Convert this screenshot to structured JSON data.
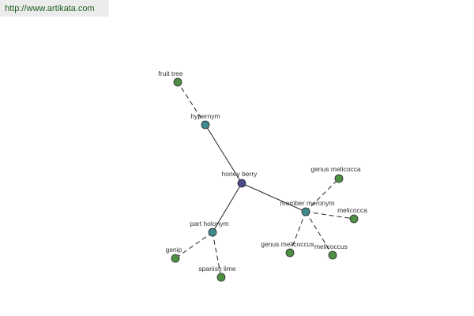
{
  "source": {
    "url_text": "http://www.artikata.com"
  },
  "graph": {
    "colors": {
      "center": "#4a4a8c",
      "relation": "#3f8a8c",
      "leaf": "#4e8f44"
    },
    "nodes": {
      "center": "honey berry",
      "hypernym": "hypernym",
      "fruit_tree": "fruit tree",
      "member_meronym": "member meronym",
      "genus_melicocca": "genus melicocca",
      "melicocca": "melicocca",
      "genus_melicoccus": "genus melicoccus",
      "melicoccus": "melicoccus",
      "part_holonym": "part holonym",
      "genip": "genip",
      "spanish_lime": "spanish lime"
    }
  }
}
